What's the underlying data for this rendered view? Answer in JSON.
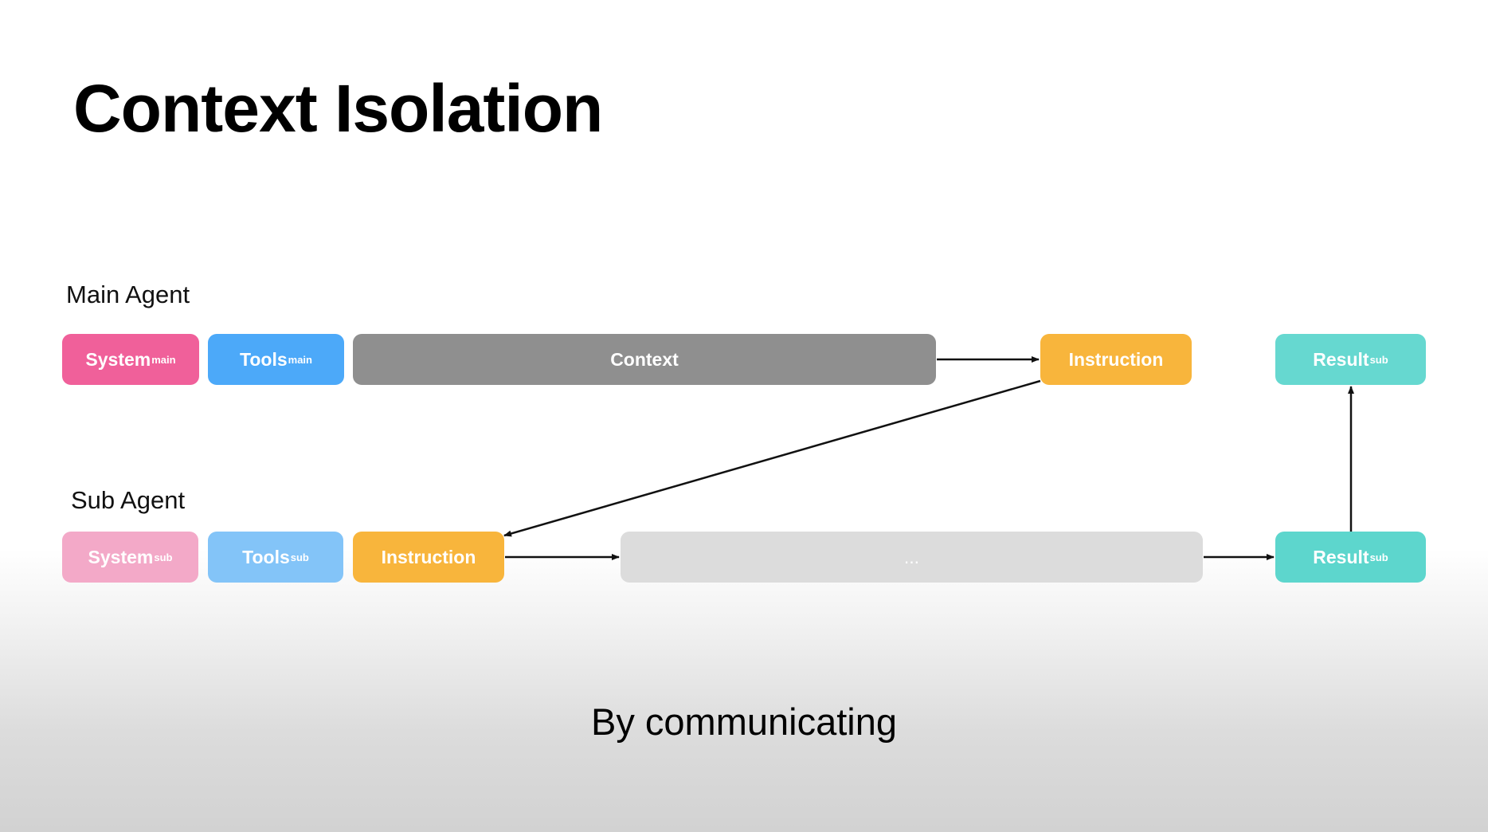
{
  "title": "Context Isolation",
  "main_agent": {
    "label": "Main Agent",
    "blocks": {
      "system": {
        "label": "System",
        "subscript": "main",
        "color": "#f0609a"
      },
      "tools": {
        "label": "Tools",
        "subscript": "main",
        "color": "#4ca9f9"
      },
      "context": {
        "label": "Context",
        "color": "#8f8f8f"
      },
      "instruction": {
        "label": "Instruction",
        "color": "#f8b53c"
      },
      "result": {
        "label": "Result",
        "subscript": "sub",
        "color": "#66d8d0"
      }
    }
  },
  "sub_agent": {
    "label": "Sub Agent",
    "blocks": {
      "system": {
        "label": "System",
        "subscript": "sub",
        "color": "#f3a9c8"
      },
      "tools": {
        "label": "Tools",
        "subscript": "sub",
        "color": "#83c4f8"
      },
      "instruction": {
        "label": "Instruction",
        "color": "#f8b53c"
      },
      "ellipsis": {
        "label": "...",
        "color": "#dcdcdc"
      },
      "result": {
        "label": "Result",
        "subscript": "sub",
        "color": "#5dd6cd"
      }
    }
  },
  "caption": "By communicating"
}
